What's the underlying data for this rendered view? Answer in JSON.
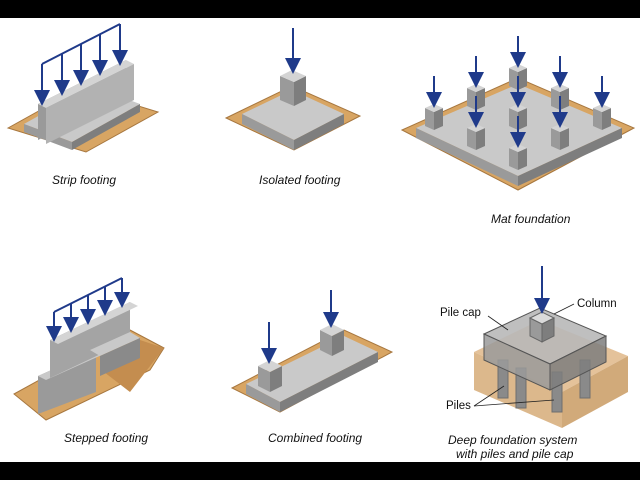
{
  "captions": {
    "strip": "Strip footing",
    "isolated": "Isolated footing",
    "mat": "Mat foundation",
    "stepped": "Stepped footing",
    "combined": "Combined footing",
    "deep_line1": "Deep foundation system",
    "deep_line2": "with piles and pile cap"
  },
  "labels": {
    "pile_cap": "Pile cap",
    "column": "Column",
    "piles": "Piles"
  },
  "colors": {
    "background": "#000000",
    "canvas": "#ffffff",
    "concrete_top": "#c9c9c9",
    "concrete_left": "#9a9a9a",
    "concrete_right": "#7e7e7e",
    "soil": "#d8a563",
    "soil_dark": "#b07a3c",
    "load_arrow": "#1f3a8a"
  }
}
